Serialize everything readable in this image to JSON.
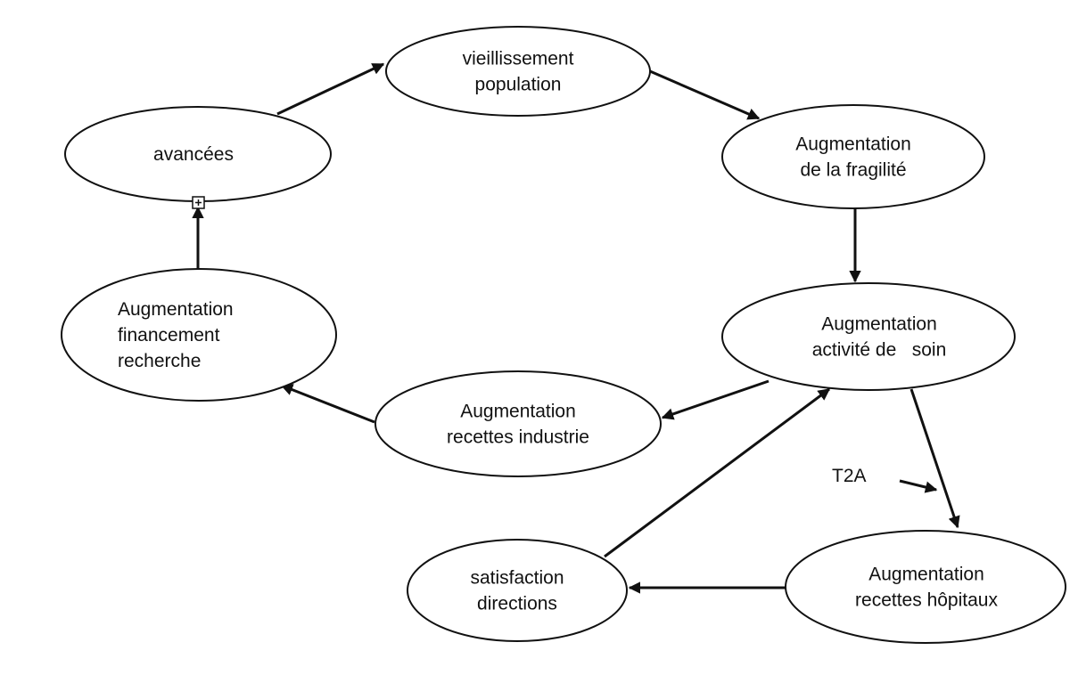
{
  "nodes": [
    {
      "id": "avancees",
      "lines": [
        "avancées"
      ]
    },
    {
      "id": "vieillissement",
      "lines": [
        "vieillissement",
        "population"
      ]
    },
    {
      "id": "fragilite",
      "lines": [
        "Augmentation",
        "de la fragilité"
      ]
    },
    {
      "id": "activite",
      "lines": [
        "Augmentation",
        "activité de   soin"
      ]
    },
    {
      "id": "financement",
      "lines": [
        "Augmentation",
        "financement",
        "recherche"
      ]
    },
    {
      "id": "industrie",
      "lines": [
        "Augmentation",
        "recettes industrie"
      ]
    },
    {
      "id": "satisfaction",
      "lines": [
        "satisfaction",
        "directions"
      ]
    },
    {
      "id": "hopitaux",
      "lines": [
        "Augmentation",
        "recettes hôpitaux"
      ]
    }
  ],
  "edges": [
    {
      "from": "avancees",
      "to": "vieillissement"
    },
    {
      "from": "vieillissement",
      "to": "fragilite"
    },
    {
      "from": "fragilite",
      "to": "activite"
    },
    {
      "from": "activite",
      "to": "industrie"
    },
    {
      "from": "industrie",
      "to": "financement"
    },
    {
      "from": "financement",
      "to": "avancees"
    },
    {
      "from": "activite",
      "to": "hopitaux"
    },
    {
      "from": "hopitaux",
      "to": "satisfaction"
    },
    {
      "from": "satisfaction",
      "to": "activite"
    }
  ],
  "annotation": {
    "label": "T2A"
  },
  "marker": {
    "symbol": "⊞"
  }
}
